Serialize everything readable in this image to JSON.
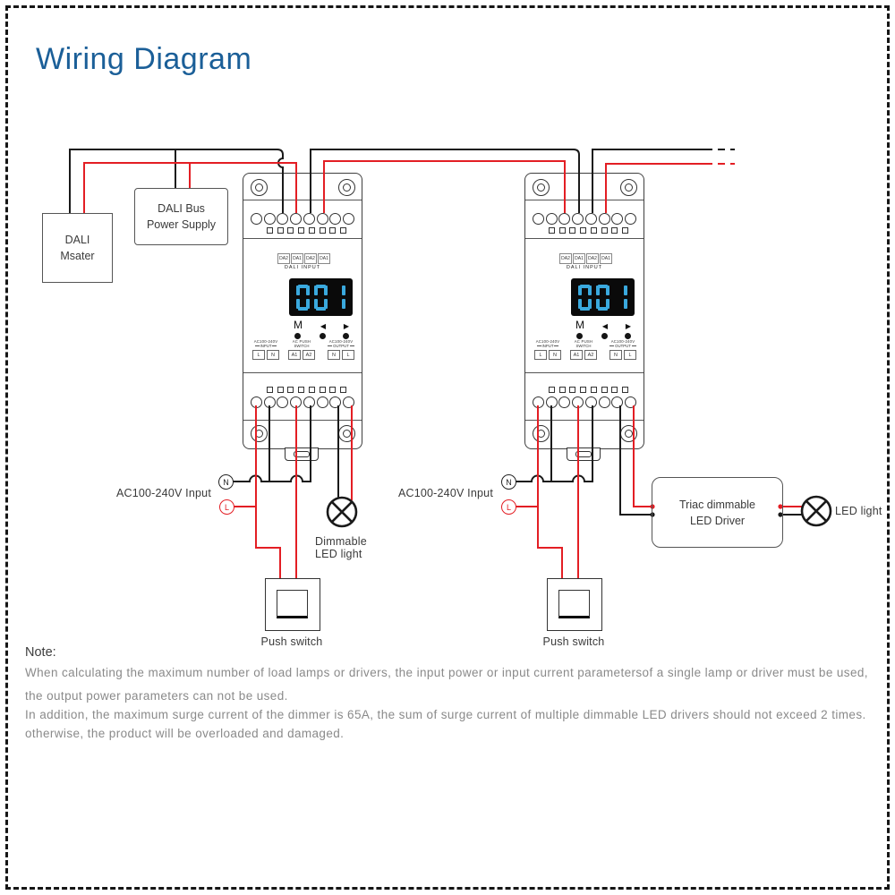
{
  "page": {
    "title": "Wiring Diagram"
  },
  "colors": {
    "title_blue": "#1b5f98",
    "wire_red": "#e31e24",
    "wire_black": "#1a1a1a",
    "display_blue": "#3aa9de"
  },
  "boxes": {
    "dali_master": {
      "line1": "DALI",
      "line2": "Msater"
    },
    "power_supply": {
      "line1": "DALI Bus",
      "line2": "Power Supply"
    },
    "triac_driver": {
      "line1": "Triac dimmable",
      "line2": "LED Driver"
    }
  },
  "device": {
    "dali_terminals": [
      "DA2",
      "DA1",
      "DA2",
      "DA1"
    ],
    "dali_input_label": "DALI INPUT",
    "display_value": "001",
    "buttons": {
      "mode": "M",
      "prev": "◀",
      "next": "▶"
    },
    "ports": {
      "input_title": "AC100-240V",
      "input_sub": "INPUT",
      "input_terms": [
        "L",
        "N"
      ],
      "switch_title": "AC PUSH",
      "switch_sub": "SWITCH",
      "switch_terms": [
        "A1",
        "A2"
      ],
      "output_title": "AC100-240V",
      "output_sub": "OUTPUT",
      "output_terms": [
        "N",
        "L"
      ]
    }
  },
  "labels": {
    "ac_input": "AC100-240V Input",
    "neutral": "N",
    "live": "L",
    "push_switch": "Push switch",
    "dimmable_led_1": "Dimmable",
    "dimmable_led_2": "LED light",
    "led_light": "LED light"
  },
  "note": {
    "heading": "Note:",
    "lines": [
      "When calculating the maximum number of load lamps or drivers, the input power or input current parametersof a single lamp or driver must be used,",
      "the output power parameters can not be used.",
      "In addition, the maximum surge current of the dimmer is 65A, the sum of surge current of multiple dimmable LED drivers should not exceed 2 times.",
      "otherwise, the product will be overloaded and damaged."
    ]
  }
}
